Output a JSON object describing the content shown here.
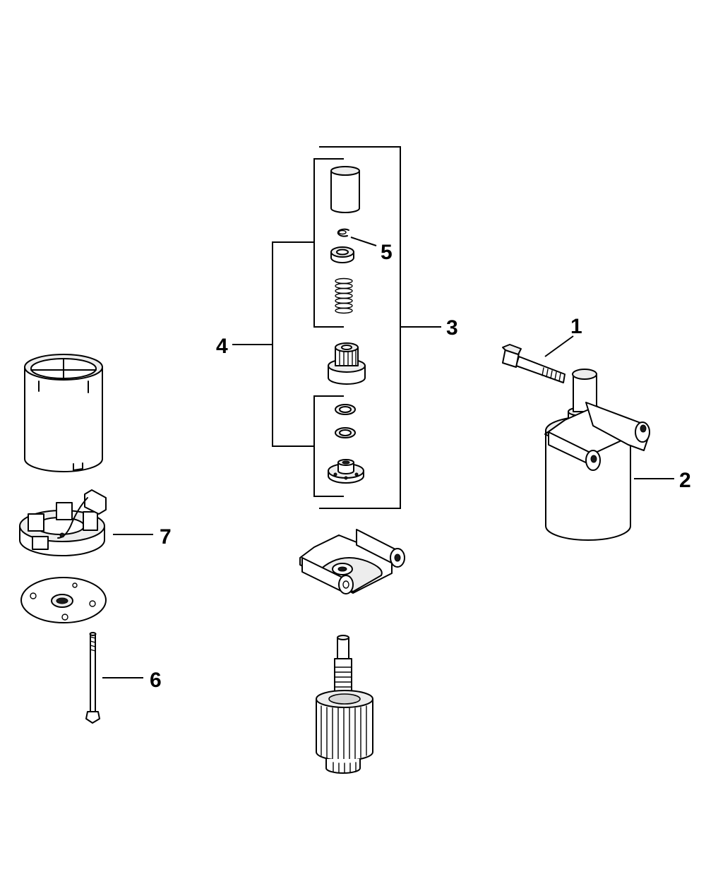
{
  "callouts": [
    {
      "id": "1",
      "label": "1"
    },
    {
      "id": "2",
      "label": "2"
    },
    {
      "id": "3",
      "label": "3"
    },
    {
      "id": "4",
      "label": "4"
    },
    {
      "id": "5",
      "label": "5"
    },
    {
      "id": "6",
      "label": "6"
    },
    {
      "id": "7",
      "label": "7"
    }
  ],
  "colors": {
    "line": "#000000",
    "background": "#ffffff",
    "shade": "#ededed"
  }
}
